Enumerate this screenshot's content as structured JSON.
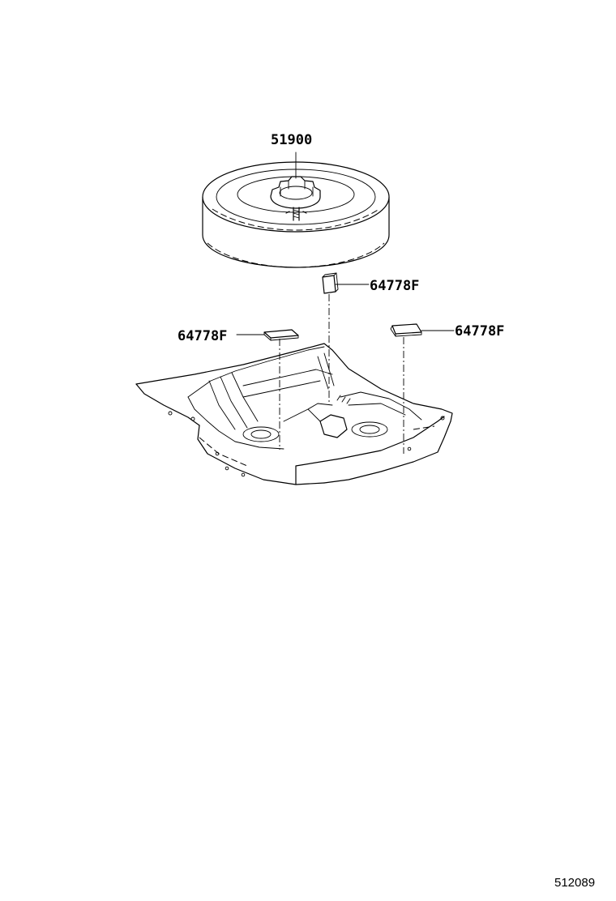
{
  "labels": {
    "spare_tire": "51900",
    "pad_center": "64778F",
    "pad_left": "64778F",
    "pad_right": "64778F"
  },
  "diagram_id": "512089"
}
